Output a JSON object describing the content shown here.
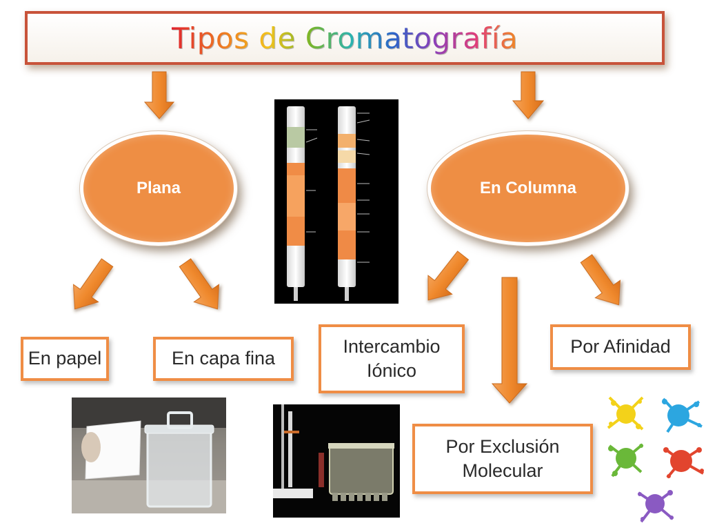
{
  "title": "Tipos de Cromatografía",
  "nodes": {
    "plana": "Plana",
    "columna": "En Columna"
  },
  "boxes": {
    "papel": "En papel",
    "capa_fina": "En capa fina",
    "intercambio_l1": "Intercambio",
    "intercambio_l2": "Iónico",
    "afinidad": "Por Afinidad",
    "exclusion_l1": "Por Exclusión",
    "exclusion_l2": "Molecular"
  },
  "colors": {
    "accent": "#ef8d45",
    "ellipse_fill": "#ee8e44",
    "title_border": "#c8533a",
    "arrow_fill": "#f08a2e"
  }
}
